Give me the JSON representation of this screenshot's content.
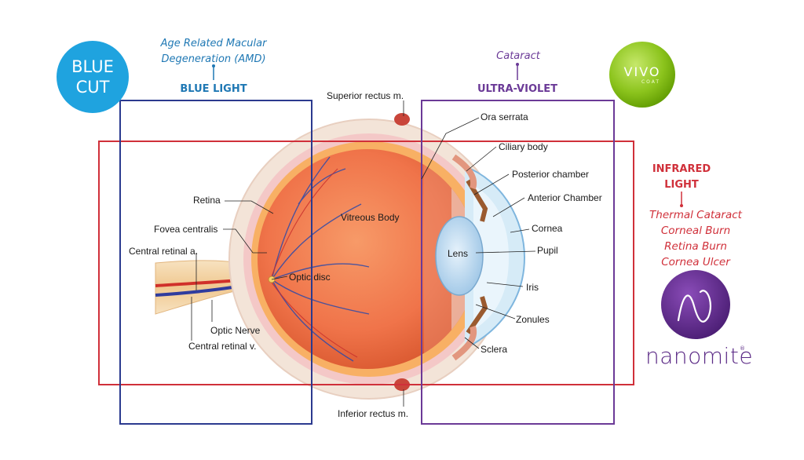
{
  "colors": {
    "blue_light": "#2b3a8f",
    "ultra_violet": "#6b3a97",
    "infrared": "#d0303a",
    "blue_cut_badge": "#1fa3df",
    "vivo_green": "#7ab800",
    "nanomite_purple": "#5b2a86"
  },
  "badges": {
    "blue_cut": {
      "line1": "BLUE",
      "line2": "CUT",
      "icon": "blue-cut-logo"
    },
    "vivo": {
      "name": "VIVO",
      "sub": "COAT",
      "icon": "vivo-coat-logo"
    },
    "nanomite": {
      "glyph": "n",
      "wordmark": "nanomite",
      "reg": "®",
      "icon": "nanomite-logo"
    }
  },
  "regions": {
    "blue_light": {
      "heading": "BLUE LIGHT",
      "conditions": [
        "Age Related Macular",
        "Degeneration (AMD)"
      ]
    },
    "ultra_violet": {
      "heading": "ULTRA-VIOLET",
      "conditions": [
        "Cataract"
      ]
    },
    "infrared": {
      "heading": [
        "INFRARED",
        "LIGHT"
      ],
      "conditions": [
        "Thermal Cataract",
        "Corneal Burn",
        "Retina Burn",
        "Cornea Ulcer"
      ]
    }
  },
  "anatomy": {
    "superior_rectus": "Superior rectus m.",
    "inferior_rectus": "Inferior rectus m.",
    "retina": "Retina",
    "fovea": "Fovea centralis",
    "central_artery": "Central retinal a.",
    "optic_disc": "Optic disc",
    "optic_nerve": "Optic Nerve",
    "central_vein": "Central retinal v.",
    "vitreous": "Vitreous Body",
    "lens": "Lens",
    "ora_serrata": "Ora serrata",
    "ciliary_body": "Ciliary body",
    "posterior_chamber": "Posterior chamber",
    "anterior_chamber": "Anterior Chamber",
    "cornea": "Cornea",
    "pupil": "Pupil",
    "iris": "Iris",
    "zonules": "Zonules",
    "sclera": "Sclera"
  }
}
